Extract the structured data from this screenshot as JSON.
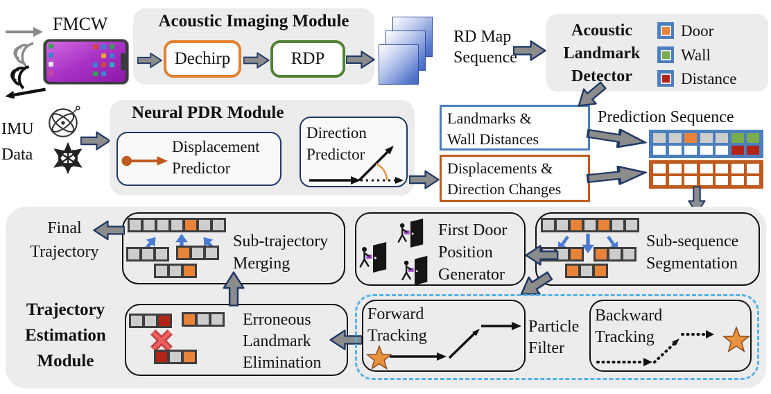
{
  "colors": {
    "gray": "#cdcdcd",
    "orange": "#e8833a",
    "green": "#79ad50",
    "red": "#b22318",
    "white": "#ffffff",
    "grid_blue": "#4d7fbe",
    "grid_orange": "#bf5a1e",
    "navy": "#1f3864",
    "dashed_blue": "#57b2e8"
  },
  "fmcw_label": "FMCW",
  "imaging": {
    "title": "Acoustic Imaging Module",
    "dechirp": "Dechirp",
    "rdp": "RDP"
  },
  "rd_map": {
    "line1": "RD Map",
    "line2": "Sequence"
  },
  "detector": {
    "line1": "Acoustic",
    "line2": "Landmark",
    "line3": "Detector",
    "legend": [
      {
        "label": "Door",
        "color": "orange"
      },
      {
        "label": "Wall",
        "color": "green"
      },
      {
        "label": "Distance",
        "color": "red"
      }
    ]
  },
  "imu": {
    "line1": "IMU",
    "line2": "Data"
  },
  "pdr": {
    "title": "Neural PDR Module",
    "disp1": "Displacement",
    "disp2": "Predictor",
    "dir1": "Direction",
    "dir2": "Predictor"
  },
  "landmarks_box": {
    "line1": "Landmarks &",
    "line2": "Wall Distances"
  },
  "displacements_box": {
    "line1": "Displacements &",
    "line2": "Direction Changes"
  },
  "prediction": {
    "label": "Prediction Sequence",
    "landmark_rows": [
      [
        "gray",
        "gray",
        "orange",
        "gray",
        "gray",
        "green",
        "green"
      ],
      [
        "white",
        "white",
        "white",
        "white",
        "white",
        "red",
        "red"
      ]
    ],
    "motion_rows": [
      [
        "white",
        "white",
        "white",
        "white",
        "white",
        "white",
        "white"
      ],
      [
        "white",
        "white",
        "white",
        "white",
        "white",
        "white",
        "white"
      ]
    ]
  },
  "trajectory": {
    "title1": "Trajectory",
    "title2": "Estimation",
    "title3": "Module",
    "final1": "Final",
    "final2": "Trajectory",
    "merging": {
      "l1": "Sub-trajectory",
      "l2": "Merging",
      "top": [
        "gray",
        "gray",
        "gray",
        "gray",
        "orange",
        "gray",
        "gray"
      ],
      "left": [
        "gray",
        "gray",
        "gray"
      ],
      "right": [
        "orange",
        "gray",
        "gray"
      ],
      "bottom": [
        "gray",
        "gray",
        "orange"
      ]
    },
    "door_gen": {
      "l1": "First Door",
      "l2": "Position",
      "l3": "Generator"
    },
    "segmentation": {
      "l1": "Sub-sequence",
      "l2": "Segmentation",
      "top": [
        "gray",
        "gray",
        "orange",
        "gray",
        "orange",
        "gray",
        "gray"
      ],
      "left": [
        "gray",
        "gray",
        "orange"
      ],
      "right": [
        "orange",
        "gray",
        "gray"
      ],
      "bottom": [
        "orange",
        "gray",
        "orange"
      ]
    },
    "elimination": {
      "l1": "Erroneous",
      "l2": "Landmark",
      "l3": "Elimination",
      "left": [
        "gray",
        "gray",
        "red"
      ],
      "right": [
        "orange",
        "gray",
        "gray"
      ],
      "bottom": [
        "red",
        "gray",
        "orange"
      ]
    },
    "forward": {
      "l1": "Forward",
      "l2": "Tracking"
    },
    "particle": {
      "l1": "Particle",
      "l2": "Filter"
    },
    "backward": {
      "l1": "Backward",
      "l2": "Tracking"
    }
  }
}
